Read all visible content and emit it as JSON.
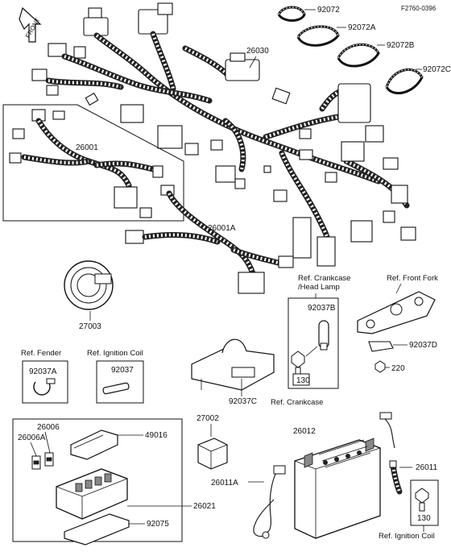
{
  "figure_code": "F2760-0396",
  "front_label": "FRONT",
  "part_numbers": {
    "clamp_1": "92072",
    "clamp_2": "92072A",
    "clamp_3": "92072B",
    "clamp_4": "92072C",
    "main_harness": "26030",
    "sub_harness": "26001",
    "sub_harness_a": "26001A",
    "horn": "27003",
    "clamp_fender": "92037A",
    "clamp_ign": "92037",
    "clamp_c": "92037C",
    "clamp_b": "92037B",
    "bolt_130_a": "130",
    "clamp_d": "92037D",
    "bolt_220": "220",
    "relay": "27002",
    "fuse_1": "26006",
    "fuse_2": "26006A",
    "fuse_cover": "49016",
    "fuse_box": "26021",
    "fuse_pad": "92075",
    "lead_a": "26011A",
    "battery": "26012",
    "lead": "26011",
    "bolt_130_b": "130"
  },
  "references": {
    "fender": "Ref. Fender",
    "ignition_coil_top": "Ref. Ignition Coil",
    "crankcase_headlamp_1": "Ref. Crankcase",
    "crankcase_headlamp_2": "/Head Lamp",
    "front_fork": "Ref. Front Fork",
    "crankcase": "Ref. Crankcase",
    "ignition_coil_bottom": "Ref. Ignition Coil"
  },
  "icons": [
    "front-arrow-icon",
    "horn-icon",
    "battery-icon",
    "relay-icon",
    "wire-harness-icon",
    "clamp-icon",
    "bolt-icon",
    "fuse-box-icon"
  ]
}
